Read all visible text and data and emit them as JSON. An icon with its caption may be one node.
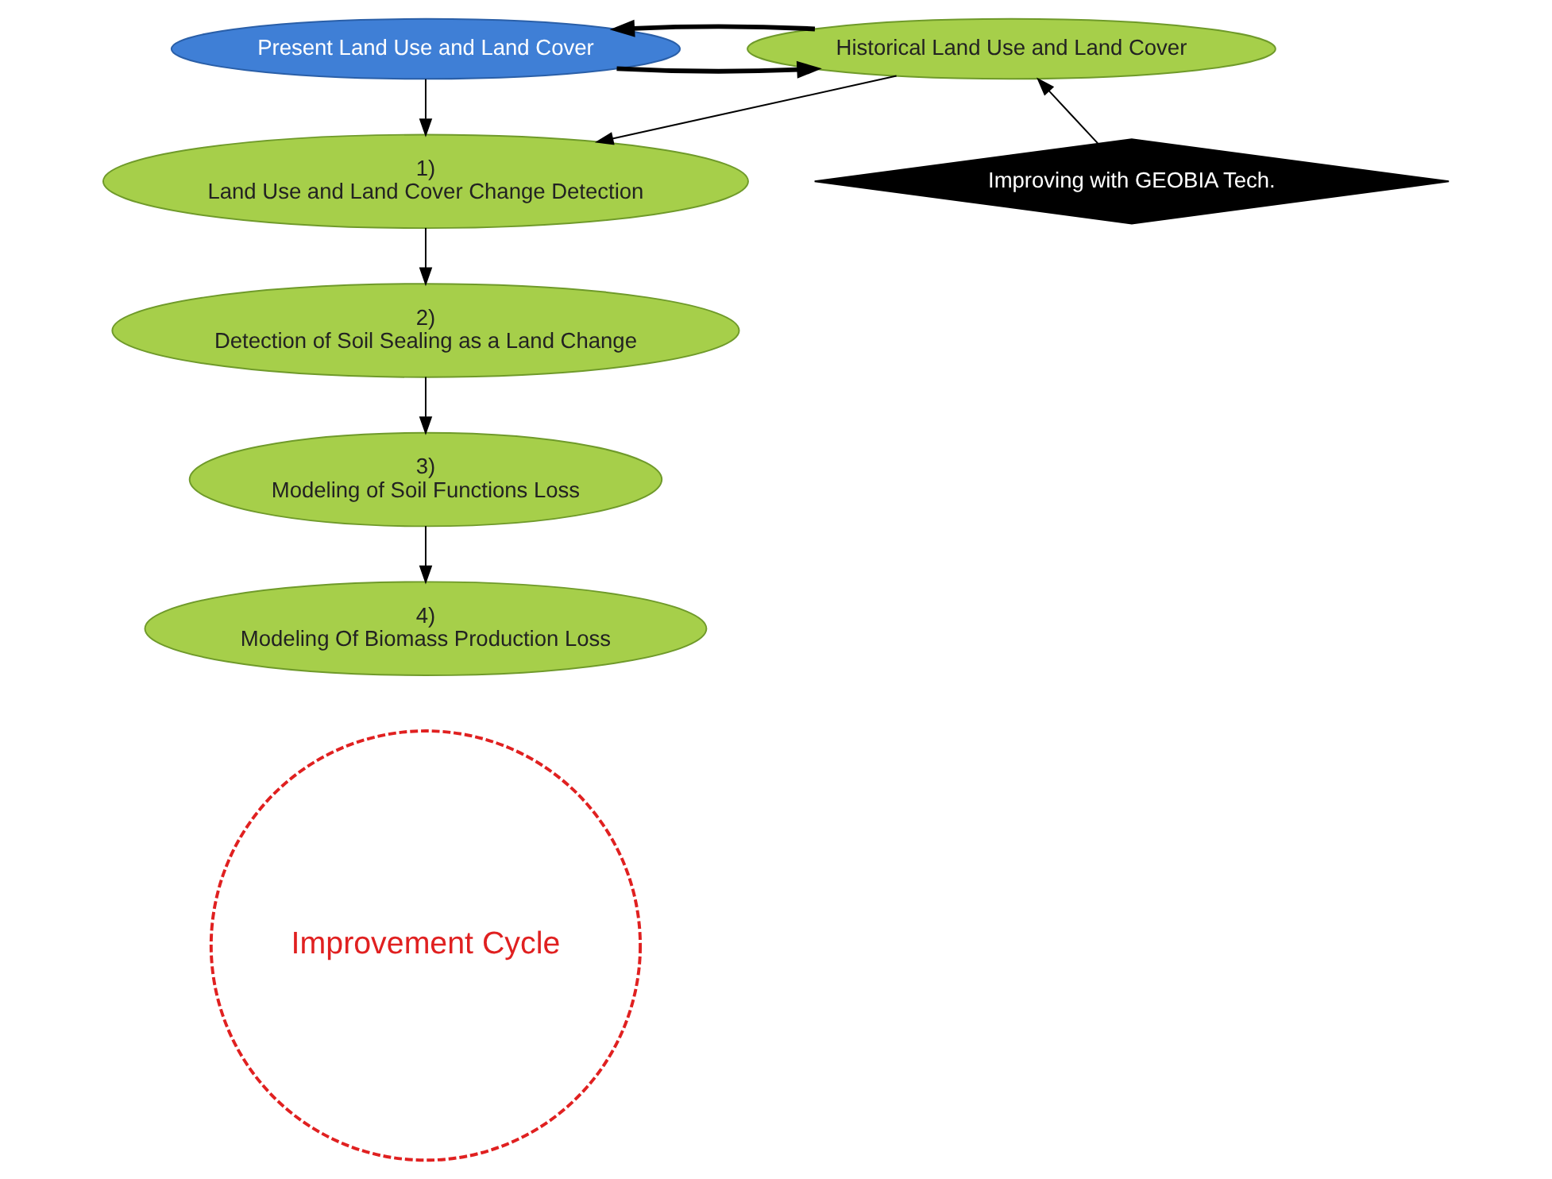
{
  "diagram": {
    "nodes": [
      {
        "text": [
          "Present Land Use and Land Cover"
        ]
      },
      {
        "text": [
          "Historical Land Use and Land Cover"
        ]
      },
      {
        "text": [
          "1)",
          "Land Use and Land Cover Change Detection"
        ]
      },
      {
        "text": [
          "2)",
          "Detection of Soil Sealing as a Land Change"
        ]
      },
      {
        "text": [
          "3)",
          "Modeling of Soil Functions Loss"
        ]
      },
      {
        "text": [
          "4)",
          "Modeling Of Biomass Production Loss"
        ]
      },
      {
        "text": [
          "Improving with GEOBIA Tech."
        ]
      },
      {
        "text": [
          "Improvement Cycle"
        ]
      }
    ],
    "edges": [
      {
        "from": 0,
        "to": 1,
        "arrow": "to",
        "style": "thick"
      },
      {
        "from": 1,
        "to": 0,
        "arrow": "to",
        "style": "thick"
      },
      {
        "from": 0,
        "to": 2,
        "arrow": "to"
      },
      {
        "from": 1,
        "to": 2,
        "arrow": "to"
      },
      {
        "from": 2,
        "to": 3,
        "arrow": "to"
      },
      {
        "from": 3,
        "to": 4,
        "arrow": "to"
      },
      {
        "from": 4,
        "to": 5,
        "arrow": "to"
      },
      {
        "from": 6,
        "to": 1,
        "arrow": "to"
      }
    ]
  }
}
